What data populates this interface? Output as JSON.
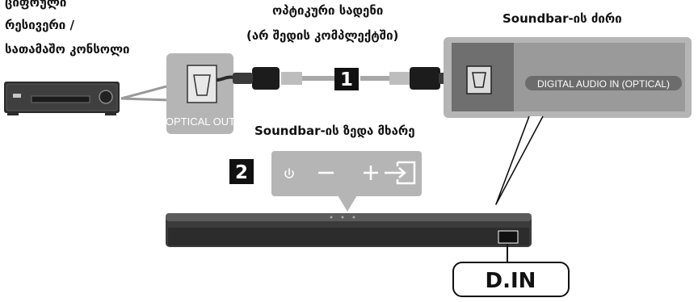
{
  "source_device": {
    "lines": [
      "ციფრული",
      "რესივერი /",
      "სათამაშო კონსოლი"
    ],
    "port_label": "OPTICAL OUT"
  },
  "cable": {
    "lines": [
      "ოპტიკური სადენი",
      "(არ შედის კომპლექტში)"
    ],
    "step": "1"
  },
  "soundbar_rear": {
    "caption": "Soundbar-ის ძირი",
    "port_label": "DIGITAL AUDIO IN (OPTICAL)"
  },
  "soundbar_top": {
    "caption": "Soundbar-ის ზედა მხარე",
    "step": "2",
    "buttons": [
      "power",
      "volume-down",
      "volume-up",
      "source"
    ],
    "input_indicator": "D.IN"
  }
}
